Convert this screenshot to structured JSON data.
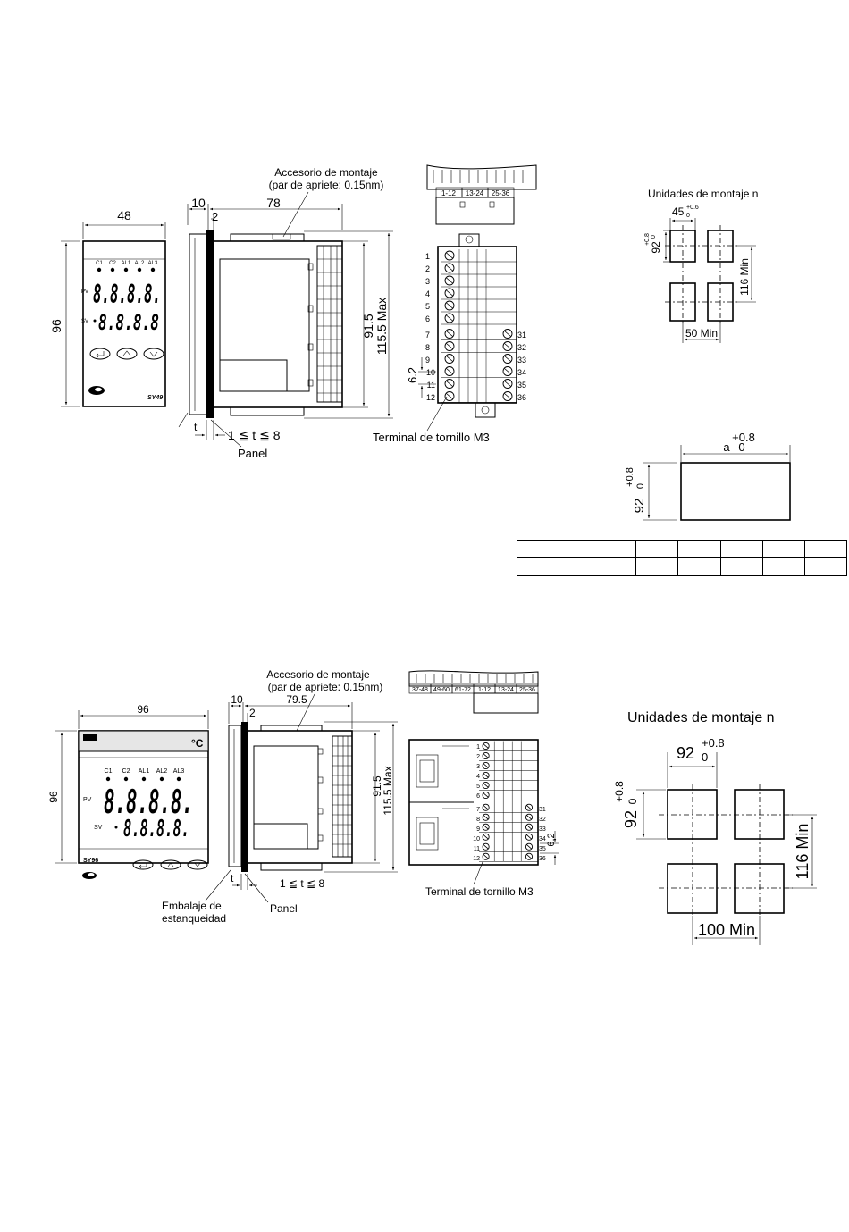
{
  "top": {
    "accessory_line1": "Accesorio de montaje",
    "accessory_line2": "(par de apriete: 0.15nm)",
    "dim_width": "48",
    "dim_height": "96",
    "dim_front": "10",
    "dim_bezel": "2",
    "dim_depth": "78",
    "dim_body": "91.5",
    "dim_max": "115.5 Max",
    "dim_pitch": "6.2",
    "t_label": "t",
    "t_range": "1 ≦ t ≦ 8",
    "panel_label": "Panel",
    "terminal_label": "Terminal de tornillo M3",
    "connector_labels": [
      "1-12",
      "13-24",
      "25-36"
    ],
    "model": "SY49",
    "led_labels": [
      "C1",
      "C2",
      "AL1",
      "AL2",
      "AL3"
    ],
    "pv": "PV",
    "sv": "SV",
    "pv_digits": "8.8.8.8.",
    "sv_digits": "8.8.8.8",
    "terminals_left": [
      "1",
      "2",
      "3",
      "4",
      "5",
      "6",
      "7",
      "8",
      "9",
      "10",
      "11",
      "12"
    ],
    "terminals_right": [
      "31",
      "32",
      "33",
      "34",
      "35",
      "36"
    ]
  },
  "top_cutout": {
    "title": "Unidades de montaje n",
    "w_dim": "45",
    "w_tol": "+0.6",
    "w_zero": "0",
    "h_dim": "92",
    "h_tol": "+0.8",
    "h_zero": "0",
    "v_spacing": "116 Min",
    "h_spacing": "50 Min"
  },
  "top_cutout2": {
    "a_tol": "+0.8",
    "a_label": "a",
    "a_zero": "0",
    "h_dim": "92",
    "h_tol": "+0.8",
    "h_zero": "0"
  },
  "bottom": {
    "accessory_line1": "Accesorio de montaje",
    "accessory_line2": "(par de apriete: 0.15nm)",
    "dim_width": "96",
    "dim_height": "96",
    "dim_front": "10",
    "dim_bezel": "2",
    "dim_depth": "79.5",
    "dim_body": "91.5",
    "dim_max": "115.5 Max",
    "dim_pitch": "6.2",
    "t_label": "t",
    "t_range": "1 ≦ t ≦ 8",
    "gasket_line1": "Embalaje de",
    "gasket_line2": "estanqueidad",
    "panel_label": "Panel",
    "terminal_label": "Terminal de tornillo M3",
    "connector_labels": [
      "37-48",
      "49-60",
      "61-72",
      "1-12",
      "13-24",
      "25-36"
    ],
    "model": "SY96",
    "unit_symbol": "°C",
    "led_labels": [
      "C1",
      "C2",
      "AL1",
      "AL2",
      "AL3"
    ],
    "pv": "PV",
    "sv": "SV",
    "pv_digits": "8.8.8.8.",
    "sv_digits": "8.8.8.8.",
    "terminals_left": [
      "1",
      "2",
      "3",
      "4",
      "5",
      "6",
      "7",
      "8",
      "9",
      "10",
      "11",
      "12"
    ],
    "terminals_right": [
      "31",
      "32",
      "33",
      "34",
      "35",
      "36"
    ]
  },
  "bottom_cutout": {
    "title": "Unidades de montaje n",
    "w_dim": "92",
    "w_tol": "+0.8",
    "w_zero": "0",
    "h_dim": "92",
    "h_tol": "+0.8",
    "h_zero": "0",
    "v_spacing": "116 Min",
    "h_spacing": "100 Min"
  }
}
